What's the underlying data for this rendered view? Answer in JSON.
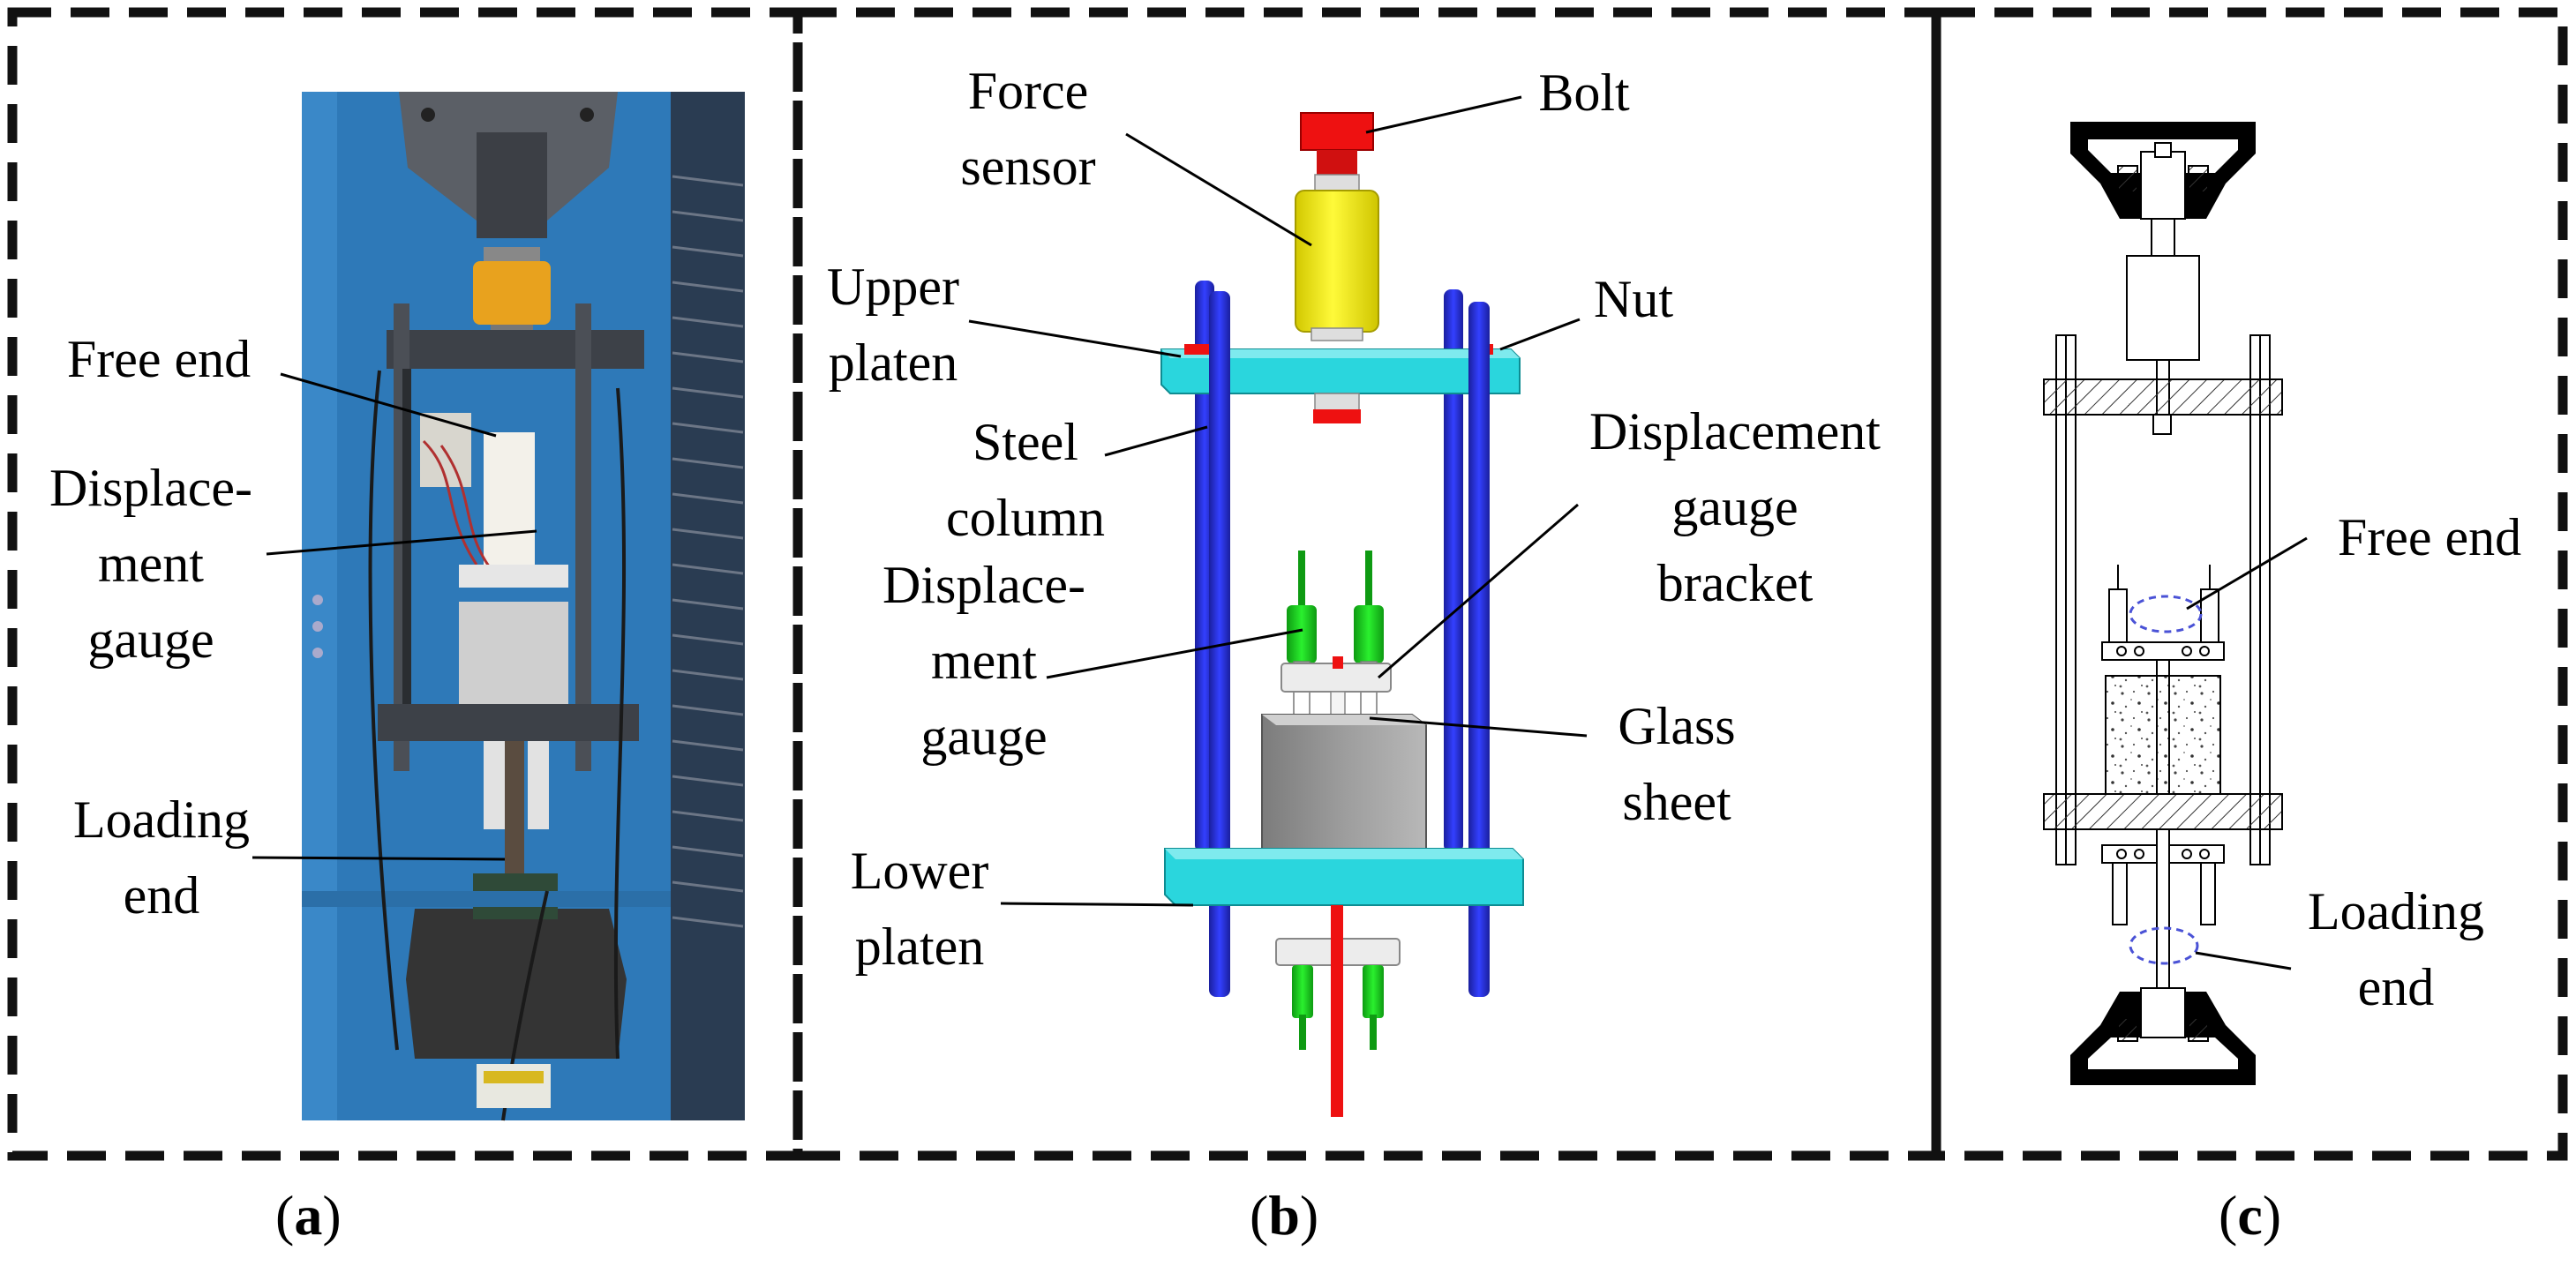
{
  "panels": {
    "a": {
      "tag_open": "(",
      "tag_letter": "a",
      "tag_close": ")",
      "labels": {
        "free_end": [
          "Free end"
        ],
        "displacement_gauge": [
          "Displace-",
          "ment",
          "gauge"
        ],
        "loading_end": [
          "Loading",
          "end"
        ]
      }
    },
    "b": {
      "tag_open": "(",
      "tag_letter": "b",
      "tag_close": ")",
      "labels": {
        "force_sensor": [
          "Force",
          "sensor"
        ],
        "bolt": [
          "Bolt"
        ],
        "upper_platen": [
          "Upper",
          "platen"
        ],
        "nut": [
          "Nut"
        ],
        "steel_column": [
          "Steel",
          "column"
        ],
        "displacement_gauge_bracket": [
          "Displacement",
          "gauge",
          "bracket"
        ],
        "displacement_gauge": [
          "Displace-",
          "ment",
          "gauge"
        ],
        "glass_sheet": [
          "Glass",
          "sheet"
        ],
        "lower_platen": [
          "Lower",
          "platen"
        ]
      }
    },
    "c": {
      "tag_open": "(",
      "tag_letter": "c",
      "tag_close": ")",
      "labels": {
        "free_end": [
          "Free end"
        ],
        "loading_end": [
          "Loading",
          "end"
        ]
      }
    }
  },
  "colors": {
    "frame_dash": "#111111",
    "bolt": "#ee1111",
    "force_sensor": "#f2ee12",
    "platen": "#2ad6dd",
    "steel_column": "#2430d8",
    "gauge": "#19d11c",
    "specimen": "#9d9d9d",
    "bracket": "#e8e8e8",
    "photo_blue": "#2e79b8",
    "ellipse": "#4a52d6"
  }
}
